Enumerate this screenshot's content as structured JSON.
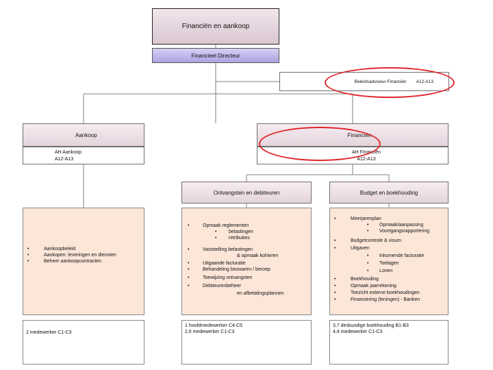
{
  "top_title": "Financiën en aankoop",
  "director": "Financieel Directeur",
  "advisor": "Beleidsadviseur Financiën        A12-A13",
  "aankoop": {
    "title": "Aankoop",
    "sub_line1": "AH Aankoop",
    "sub_line2": "A12-A13"
  },
  "financien": {
    "title": "Financiën",
    "sub_line1": "AH Financiën",
    "sub_line2": "A12-A13"
  },
  "ontvangsten": "Ontvangsten en debiteuren",
  "budget": "Budget en boekhouding",
  "aankoop_items": [
    "Aankoopbeleid",
    "Aankopen: leveringen en diensten",
    "Beheer aankoopcontracten"
  ],
  "ontvangsten_items": [
    {
      "text": "Opmaak reglementen",
      "bullet": true
    },
    {
      "text": "belastingen",
      "bullet": true,
      "sub": true
    },
    {
      "text": "retributies",
      "bullet": true,
      "sub": true
    },
    {
      "text": "Vaststelling belastingen",
      "bullet": true
    },
    {
      "text": "& opmaak kohieren",
      "bullet": false,
      "indent": true
    },
    {
      "text": "Uitgaande facturatie",
      "bullet": true
    },
    {
      "text": "Behandeling bezwaren / beroep",
      "bullet": true
    },
    {
      "text": "Toewijzing ontvangsten",
      "bullet": true
    },
    {
      "text": "Debiteurenbeheer",
      "bullet": true
    },
    {
      "text": "en afbetalingsplannen",
      "bullet": false,
      "indent": true
    }
  ],
  "budget_items": [
    {
      "text": "Meerjarenplan",
      "bullet": true
    },
    {
      "text": "Opmaak/aanpassing",
      "bullet": true,
      "sub": true
    },
    {
      "text": "Voortgangsrapportering",
      "bullet": true,
      "sub": true
    },
    {
      "text": "Budgetcontrole & visum",
      "bullet": true
    },
    {
      "text": "Uitgaven",
      "bullet": true
    },
    {
      "text": "Inkomende facturatie",
      "bullet": true,
      "sub": true
    },
    {
      "text": "Toelagen",
      "bullet": true,
      "sub": true
    },
    {
      "text": "Lonen",
      "bullet": true,
      "sub": true
    },
    {
      "text": "Boekhouding",
      "bullet": true
    },
    {
      "text": "Opmaak jaarrekening",
      "bullet": true
    },
    {
      "text": "Toezicht externe boekhoudingen",
      "bullet": true
    },
    {
      "text": "Financiering (leningen) - Banken",
      "bullet": true
    }
  ],
  "staff_aankoop": [
    "2 medewerker C1-C3"
  ],
  "staff_ontvangsten": [
    "1 hoofdmedewerker C4-C5",
    "2,6 medewerker C1-C3"
  ],
  "staff_budget": [
    "3,7 deskundige boekhouding B1-B3",
    "4,4 medewerker C1-C3"
  ],
  "colors": {
    "highlight_ring": "#e0252b",
    "panel_fill": "#fbe6d8",
    "director_fill": "#aea2e2"
  }
}
